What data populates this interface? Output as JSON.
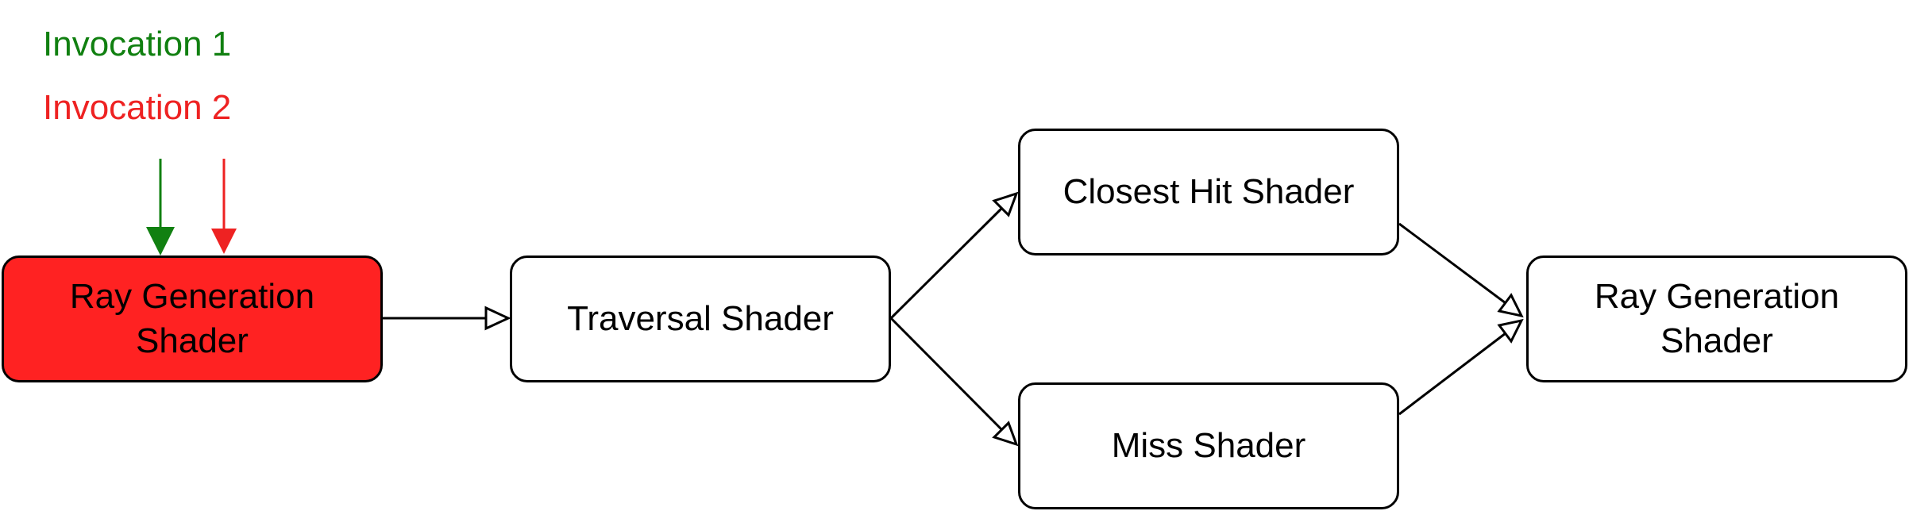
{
  "colors": {
    "invocation_1": "#118011",
    "invocation_2": "#ee2222",
    "active_node_fill": "#ff2222",
    "node_border": "#000000",
    "node_fill": "#ffffff"
  },
  "legend": {
    "invocation_1": "Invocation 1",
    "invocation_2": "Invocation 2"
  },
  "nodes": {
    "raygen_start": {
      "line1": "Ray Generation",
      "line2": "Shader",
      "active": true
    },
    "traversal": {
      "label": "Traversal Shader"
    },
    "closest_hit": {
      "label": "Closest Hit Shader"
    },
    "miss": {
      "label": "Miss Shader"
    },
    "raygen_end": {
      "line1": "Ray Generation",
      "line2": "Shader"
    }
  },
  "edges": [
    {
      "from": "raygen_start",
      "to": "traversal"
    },
    {
      "from": "traversal",
      "to": "closest_hit"
    },
    {
      "from": "traversal",
      "to": "miss"
    },
    {
      "from": "closest_hit",
      "to": "raygen_end"
    },
    {
      "from": "miss",
      "to": "raygen_end"
    }
  ]
}
